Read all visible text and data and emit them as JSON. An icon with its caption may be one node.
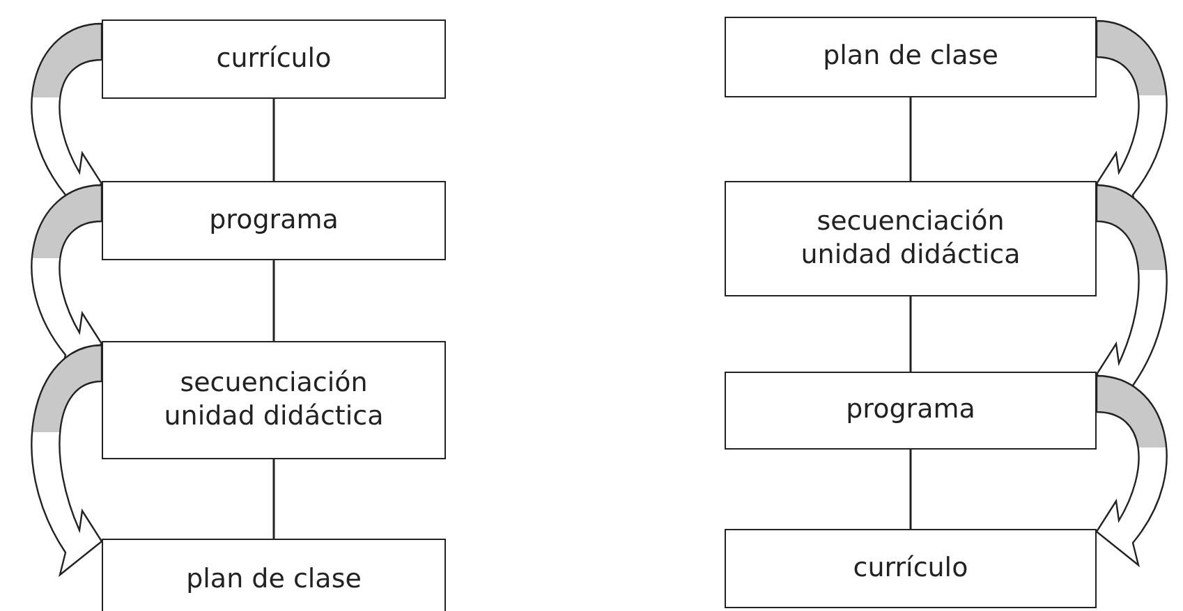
{
  "diagram": {
    "nodes": [
      {
        "text": [
          "currículo"
        ]
      },
      {
        "text": [
          "programa"
        ]
      },
      {
        "text": [
          "secuenciación unidad didáctica"
        ]
      },
      {
        "text": [
          "plan de clase"
        ]
      },
      {
        "text": [
          "plan de clase"
        ]
      },
      {
        "text": [
          "secuenciación unidad didáctica"
        ]
      },
      {
        "text": [
          "programa"
        ]
      },
      {
        "text": [
          "currículo"
        ]
      }
    ],
    "edges": [
      {
        "from": 0,
        "to": 1,
        "arrow": "none"
      },
      {
        "from": 1,
        "to": 2,
        "arrow": "none"
      },
      {
        "from": 2,
        "to": 3,
        "arrow": "none"
      },
      {
        "from": 0,
        "to": 1,
        "arrow": "to",
        "style": "thick"
      },
      {
        "from": 1,
        "to": 2,
        "arrow": "to",
        "style": "thick"
      },
      {
        "from": 2,
        "to": 3,
        "arrow": "to",
        "style": "thick"
      },
      {
        "from": 4,
        "to": 5,
        "arrow": "none"
      },
      {
        "from": 5,
        "to": 6,
        "arrow": "none"
      },
      {
        "from": 6,
        "to": 7,
        "arrow": "none"
      },
      {
        "from": 4,
        "to": 5,
        "arrow": "to",
        "style": "thick"
      },
      {
        "from": 5,
        "to": 6,
        "arrow": "to",
        "style": "thick"
      },
      {
        "from": 6,
        "to": 7,
        "arrow": "to",
        "style": "thick"
      }
    ]
  }
}
